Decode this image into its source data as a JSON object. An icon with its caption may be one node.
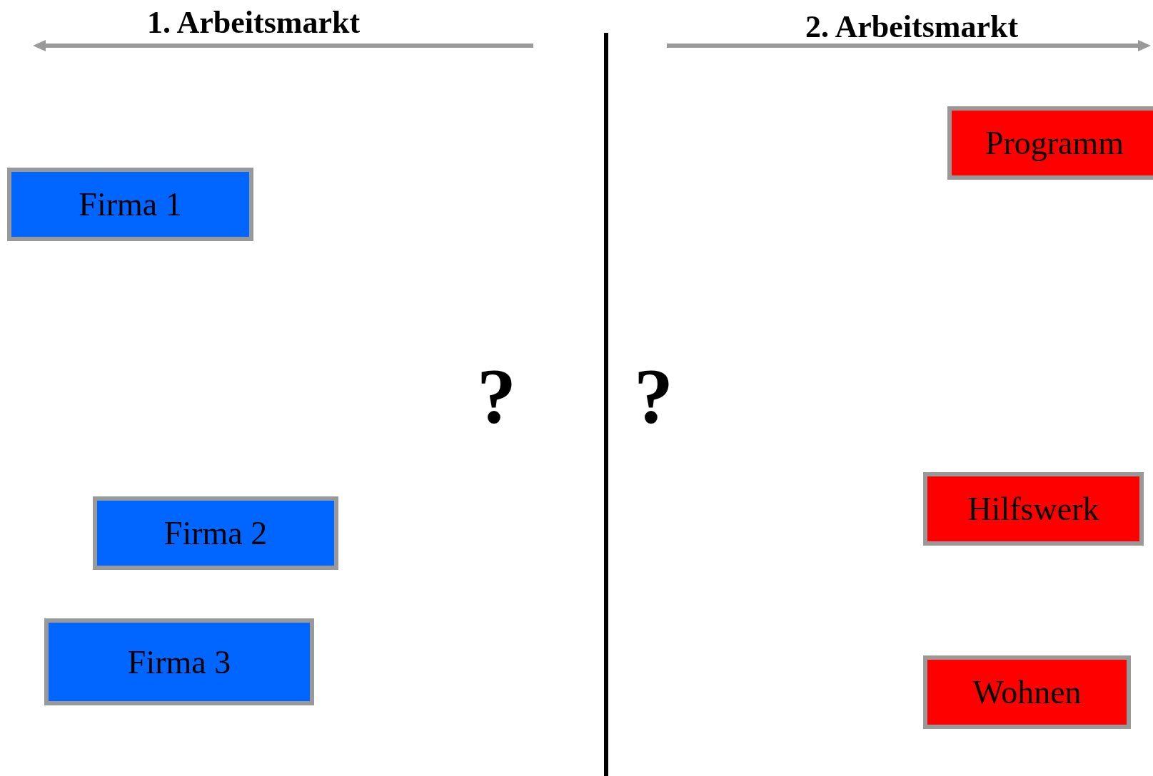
{
  "diagram": {
    "nodes": [
      {
        "text": [
          "Programm"
        ]
      },
      {
        "text": [
          "Firma 1"
        ]
      },
      {
        "text": [
          "?"
        ]
      },
      {
        "text": [
          "?"
        ]
      },
      {
        "text": [
          "Hilfswerk"
        ]
      },
      {
        "text": [
          "Firma 2"
        ]
      },
      {
        "text": [
          "Firma 3"
        ]
      },
      {
        "text": [
          "Wohnen"
        ]
      }
    ],
    "edges": [],
    "labels": [
      "1. Arbeitsmarkt",
      "2. Arbeitsmarkt"
    ]
  }
}
